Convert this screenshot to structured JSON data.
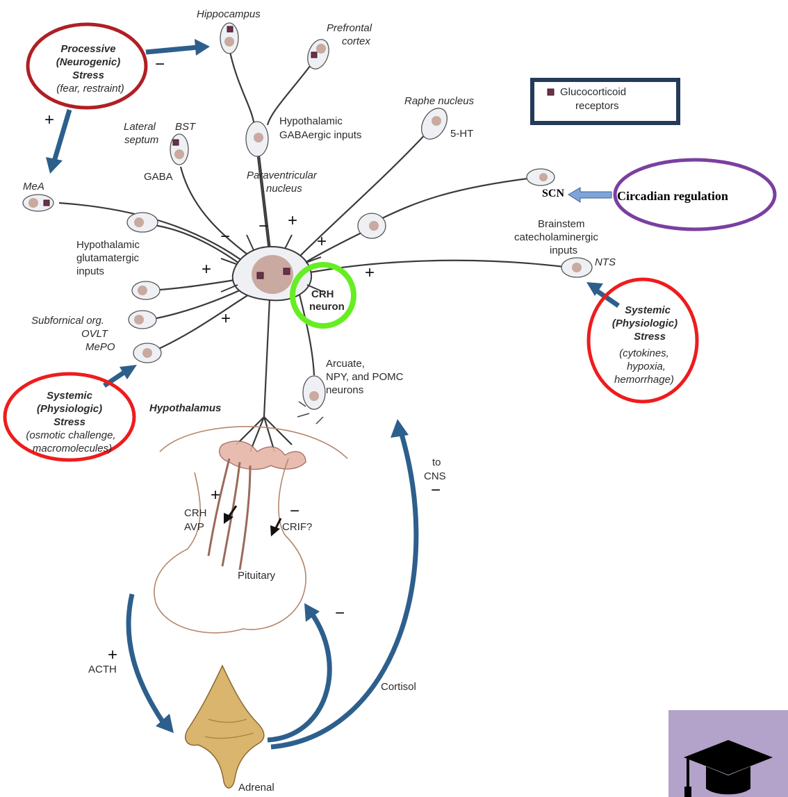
{
  "labels": {
    "hippocampus": "Hippocampus",
    "prefrontal_1": "Prefrontal",
    "prefrontal_2": "cortex",
    "raphe": "Raphe nucleus",
    "five_ht": "5-HT",
    "hypo_gaba_1": "Hypothalamic",
    "hypo_gaba_2": "GABAergic inputs",
    "lateral_1": "Lateral",
    "lateral_2": "septum",
    "bst": "BST",
    "gaba": "GABA",
    "pvn_1": "Paraventricular",
    "pvn_2": "nucleus",
    "mea": "MeA",
    "hypo_glu_1": "Hypothalamic",
    "hypo_glu_2": "glutamatergic",
    "hypo_glu_3": "inputs",
    "subfornical_1": "Subfornical org.",
    "subfornical_2": "OVLT",
    "subfornical_3": "MePO",
    "crh_neuron_1": "CRH",
    "crh_neuron_2": "neuron",
    "arcuate_1": "Arcuate,",
    "arcuate_2": "NPY, and POMC",
    "arcuate_3": "neurons",
    "hypothalamus": "Hypothalamus",
    "brainstem_1": "Brainstem",
    "brainstem_2": "catecholaminergic",
    "brainstem_3": "inputs",
    "nts": "NTS",
    "scn": "SCN",
    "circadian": "Circadian regulation",
    "crh": "CRH",
    "avp": "AVP",
    "crif": "CRIF?",
    "pituitary": "Pituitary",
    "to_cns_1": "to",
    "to_cns_2": "CNS",
    "acth": "ACTH",
    "cortisol": "Cortisol",
    "adrenal": "Adrenal",
    "legend_gr_1": "Glucocorticoid",
    "legend_gr_2": "receptors"
  },
  "stress_boxes": {
    "processive": {
      "l1": "Processive",
      "l2": "(Neurogenic)",
      "l3": "Stress",
      "l4": "(fear, restraint)"
    },
    "systemic_left": {
      "l1": "Systemic",
      "l2": "(Physiologic)",
      "l3": "Stress",
      "l4": "(osmotic challenge,",
      "l5": "macromolecules)"
    },
    "systemic_right": {
      "l1": "Systemic",
      "l2": "(Physiologic)",
      "l3": "Stress",
      "l4": "(cytokines,",
      "l5": "hypoxia,",
      "l6": "hemorrhage)"
    }
  },
  "signs": {
    "plus": "+",
    "minus": "−"
  },
  "icons": {
    "corner": "graduation-cap-icon"
  },
  "colors": {
    "red_circle": "#ee1c1c",
    "dark_red_circle": "#b01f24",
    "green_circle": "#66ee22",
    "purple_circle": "#7a3fa0",
    "blue_arrow": "#2d5f8c",
    "legend_border": "#233a58",
    "corner_bg": "#b3a2c9"
  }
}
